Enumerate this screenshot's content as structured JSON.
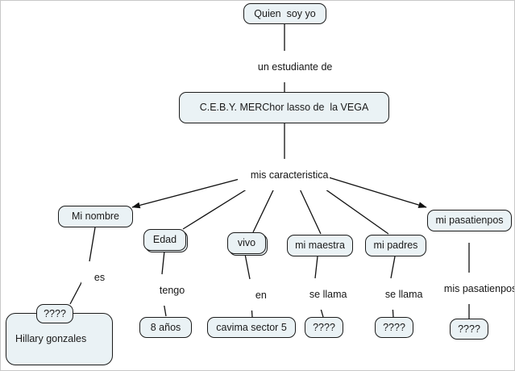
{
  "map": {
    "title": "Quien  soy yo",
    "background_color": "#ffffff",
    "node_fill": "#eaf2f5",
    "node_border": "#1b1b1b",
    "nodes": [
      {
        "id": "root",
        "label": "Quien  soy yo"
      },
      {
        "id": "school",
        "label": "C.E.B.Y. MERChor lasso de  la VEGA"
      },
      {
        "id": "nombre",
        "label": "Mi nombre"
      },
      {
        "id": "edad",
        "label": "Edad"
      },
      {
        "id": "vivo",
        "label": "vivo"
      },
      {
        "id": "maestra",
        "label": "mi maestra"
      },
      {
        "id": "padres",
        "label": "mi padres"
      },
      {
        "id": "pasatienpos",
        "label": "mi pasatienpos"
      },
      {
        "id": "nombre_q",
        "label": "????"
      },
      {
        "id": "hillary",
        "label": "Hillary gonzales"
      },
      {
        "id": "anios",
        "label": "8 años"
      },
      {
        "id": "cavima",
        "label": "cavima sector 5"
      },
      {
        "id": "maestra_q",
        "label": "????"
      },
      {
        "id": "padres_q",
        "label": "????"
      },
      {
        "id": "pasa_q",
        "label": "????"
      }
    ],
    "link_labels": [
      {
        "id": "l1",
        "label": "un estudiante de"
      },
      {
        "id": "l2",
        "label": "mis caracteristica"
      },
      {
        "id": "l3",
        "label": "es"
      },
      {
        "id": "l4",
        "label": "tengo"
      },
      {
        "id": "l5",
        "label": "en"
      },
      {
        "id": "l6",
        "label": "se llama"
      },
      {
        "id": "l7",
        "label": "se llama"
      },
      {
        "id": "l8",
        "label": "mis pasatienpos"
      }
    ]
  }
}
